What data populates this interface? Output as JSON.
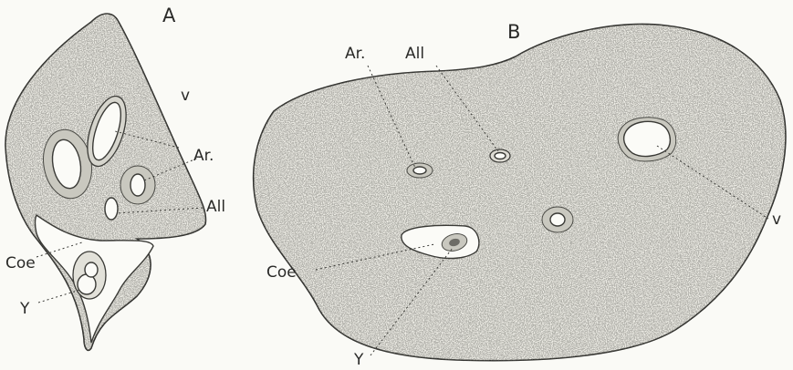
{
  "panels": {
    "a": {
      "letter": "A",
      "labels": {
        "v": "v",
        "ar": "Ar.",
        "all": "All",
        "coe": "Coe",
        "y": "Y"
      }
    },
    "b": {
      "letter": "B",
      "labels": {
        "ar": "Ar.",
        "all": "All",
        "v": "v",
        "coe": "Coe",
        "y": "Y"
      }
    }
  }
}
